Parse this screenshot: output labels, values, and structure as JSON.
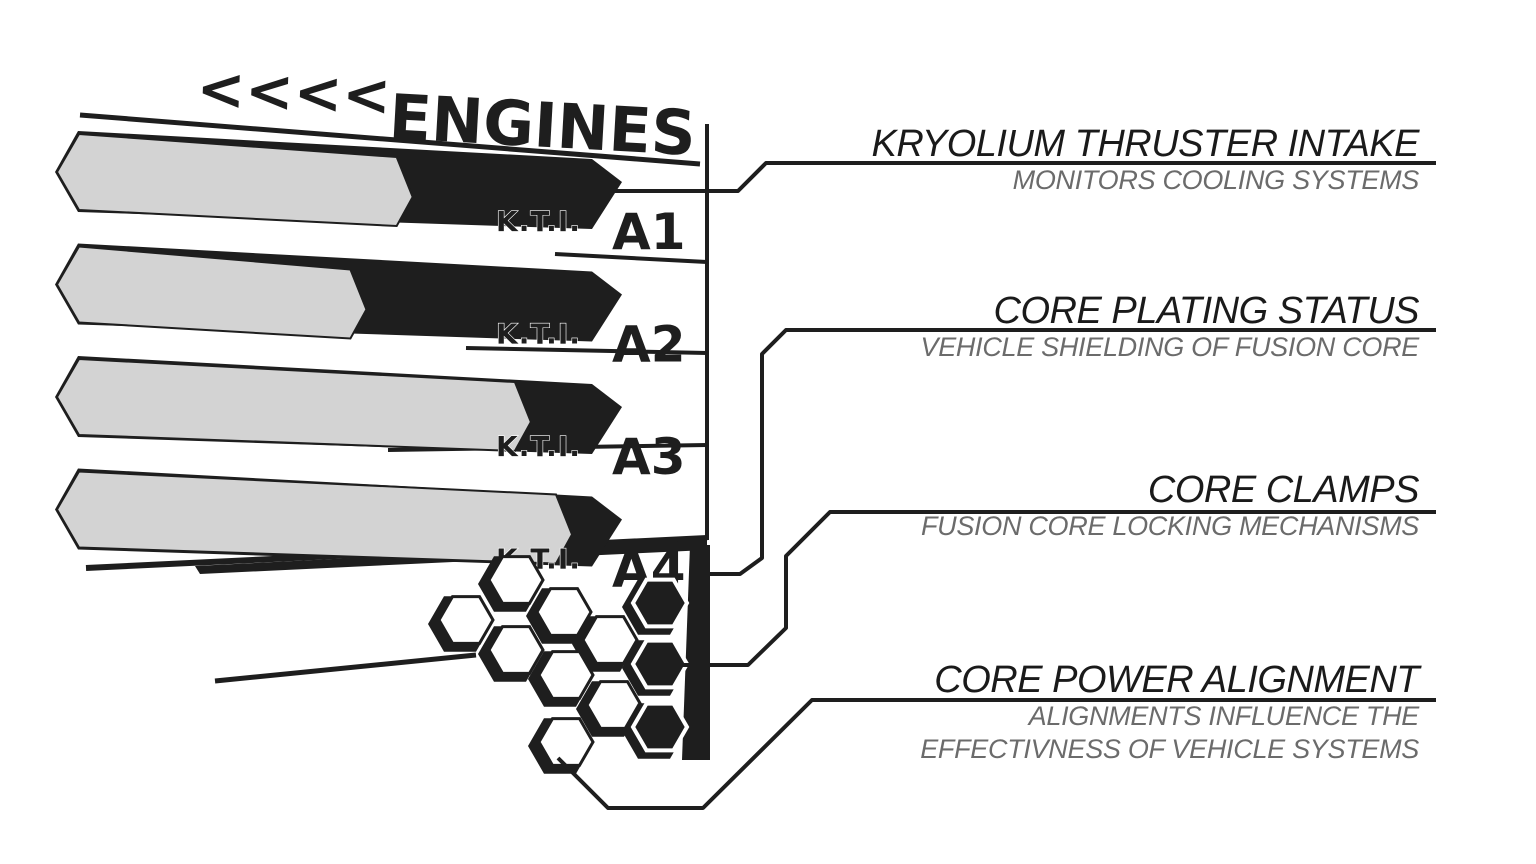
{
  "panel": {
    "title_prefix": "<<<<",
    "title": "ENGINES",
    "gauges": [
      {
        "code": "K.T.I.",
        "label": "A1",
        "fill": 0.62
      },
      {
        "code": "K.T.I.",
        "label": "A2",
        "fill": 0.53
      },
      {
        "code": "K.T.I.",
        "label": "A3",
        "fill": 0.85
      },
      {
        "code": "K.T.I.",
        "label": "A4",
        "fill": 0.93
      }
    ]
  },
  "annotations": [
    {
      "title": "KRYOLIUM THRUSTER INTAKE",
      "subtitle": [
        "MONITORS COOLING SYSTEMS"
      ]
    },
    {
      "title": "CORE PLATING STATUS",
      "subtitle": [
        "VEHICLE SHIELDING OF FUSION CORE"
      ]
    },
    {
      "title": "CORE CLAMPS",
      "subtitle": [
        "FUSION CORE LOCKING MECHANISMS"
      ]
    },
    {
      "title": "CORE POWER ALIGNMENT",
      "subtitle": [
        "ALIGNMENTS INFLUENCE THE",
        "EFFECTIVNESS OF VEHICLE SYSTEMS"
      ]
    }
  ],
  "colors": {
    "ink": "#1e1e1e",
    "gauge_fill": "#d3d3d3",
    "subtitle": "#6b6b6b",
    "background": "#ffffff"
  }
}
